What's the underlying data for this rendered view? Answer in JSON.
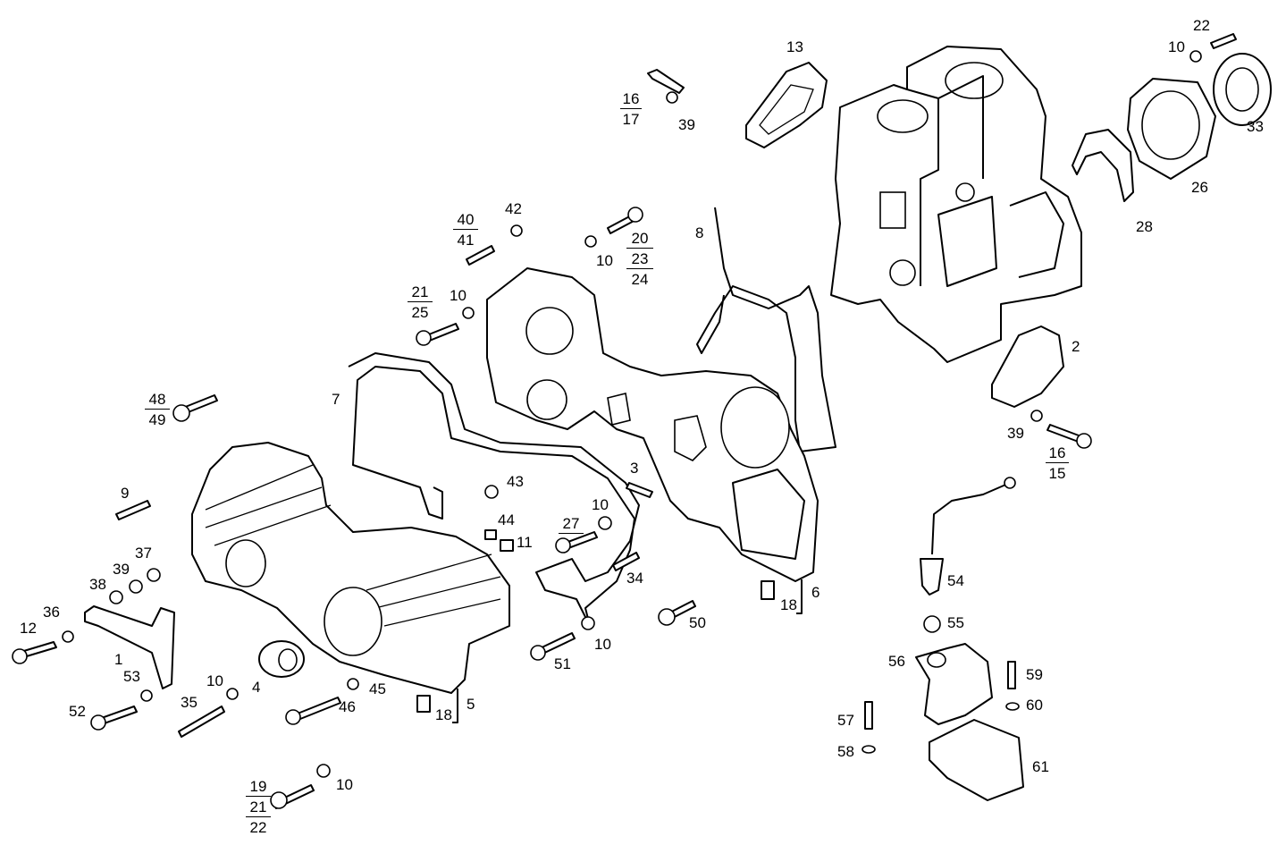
{
  "labels": {
    "n1": "1",
    "n2": "2",
    "n3": "3",
    "n4": "4",
    "n5": "5",
    "n6": "6",
    "n7": "7",
    "n8": "8",
    "n9": "9",
    "n10a": "10",
    "n10b": "10",
    "n10c": "10",
    "n10d": "10",
    "n10e": "10",
    "n10f": "10",
    "n10g": "10",
    "n11": "11",
    "n12": "12",
    "n13": "13",
    "n18a": "18",
    "n18b": "18",
    "n26": "26",
    "n28": "28",
    "n33": "33",
    "n34": "34",
    "n35": "35",
    "n36": "36",
    "n37": "37",
    "n38": "38",
    "n39a": "39",
    "n39b": "39",
    "n39c": "39",
    "n42": "42",
    "n43": "43",
    "n44": "44",
    "n45": "45",
    "n46": "46",
    "n50": "50",
    "n51": "51",
    "n52": "52",
    "n53": "53",
    "n54": "54",
    "n55": "55",
    "n56": "56",
    "n57": "57",
    "n58": "58",
    "n59": "59",
    "n60": "60",
    "n61": "61",
    "n22": "22"
  },
  "fractions": {
    "f16_17": [
      "16",
      "17"
    ],
    "f40_41": [
      "40",
      "41"
    ],
    "f21_25": [
      "21",
      "25"
    ],
    "f20_23_24": [
      "20",
      "23",
      "24"
    ],
    "f48_49": [
      "48",
      "49"
    ],
    "f16_15": [
      "16",
      "15"
    ],
    "f27": [
      "27"
    ],
    "f19_21_22": [
      "19",
      "21",
      "22"
    ]
  }
}
